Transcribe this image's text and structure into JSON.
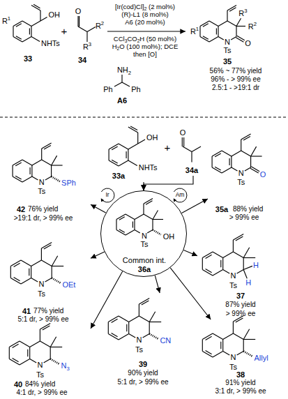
{
  "diagram": {
    "nodes": [
      {
        "text": [
          "R1",
          "OH",
          "NHTs",
          "33"
        ]
      },
      {
        "text": [
          "O",
          "R2",
          "R3",
          "34"
        ]
      },
      {
        "text": [
          "R1",
          "R3",
          "R2",
          "N",
          "Ts",
          "O",
          "35",
          "56% ~ 77% yield",
          "96% - > 99% ee",
          "2.5:1 - >19:1 dr"
        ]
      },
      {
        "text": [
          "NH2",
          "Ph",
          "Ph",
          "A6"
        ]
      },
      {
        "text": [
          "N",
          "Ts",
          "SPh",
          "42",
          "76% yield",
          ">19:1 dr, > 99% ee"
        ]
      },
      {
        "text": [
          "OH",
          "NHTs",
          "33a"
        ]
      },
      {
        "text": [
          "O",
          "34a"
        ]
      },
      {
        "text": [
          "N",
          "Ts",
          "O",
          "35a",
          "88% yield",
          "> 99% ee"
        ]
      },
      {
        "text": [
          "N",
          "Ts",
          "OH",
          "Common int.",
          "36a"
        ]
      },
      {
        "text": [
          "N",
          "Ts",
          "OEt",
          "41",
          "77% yield",
          "5:1 dr, > 99% ee"
        ]
      },
      {
        "text": [
          "N",
          "Ts",
          "H",
          "H",
          "37",
          "87% yield",
          "> 99% ee"
        ]
      },
      {
        "text": [
          "N",
          "Ts",
          "N3",
          "40",
          "84% yield",
          "4:1 dr, > 99% ee"
        ]
      },
      {
        "text": [
          "N",
          "Ts",
          "CN",
          "39",
          "90% yield",
          "5:1 dr, > 99% ee"
        ]
      },
      {
        "text": [
          "N",
          "Ts",
          "Allyl",
          "38",
          "91% yield",
          "3:1 dr, > 99% ee"
        ]
      }
    ],
    "edges": [
      {
        "from": 1,
        "to": 2,
        "arrow": "to"
      },
      {
        "from": 5,
        "to": 8,
        "arrow": "to"
      },
      {
        "from": 6,
        "to": 8,
        "arrow": "to"
      },
      {
        "from": 8,
        "to": 4,
        "arrow": "to"
      },
      {
        "from": 8,
        "to": 7,
        "arrow": "to"
      },
      {
        "from": 8,
        "to": 9,
        "arrow": "to"
      },
      {
        "from": 8,
        "to": 10,
        "arrow": "to"
      },
      {
        "from": 8,
        "to": 11,
        "arrow": "to"
      },
      {
        "from": 8,
        "to": 12,
        "arrow": "to"
      },
      {
        "from": 8,
        "to": 13,
        "arrow": "to"
      }
    ],
    "labels": [
      "+",
      "[Ir(cod)Cl]2 (2 mol%)",
      "(R)-L1 (8 mol%)",
      "A6 (20 mol%)",
      "CCl3CO2H (50 mol%)",
      "H2O (100 mol%); DCE",
      "then [O]",
      "+",
      "Ir",
      "Am"
    ]
  }
}
